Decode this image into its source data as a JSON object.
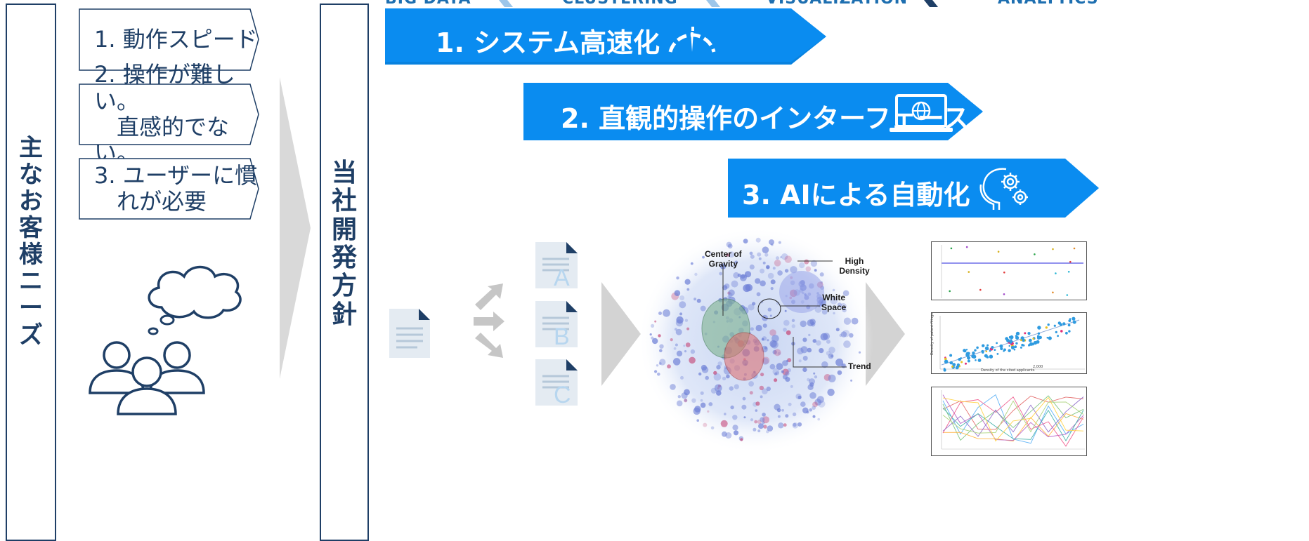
{
  "top_labels": [
    "BIG DATA",
    "CLUSTERING",
    "VISUALIZATION",
    "ANALYTICS"
  ],
  "customer_needs": {
    "title": "主なお客様ニーズ",
    "items": [
      {
        "label": "1.  動作スピード"
      },
      {
        "label": "2.  操作が難しい。\n　直感的でない。"
      },
      {
        "label": "3.  ユーザーに慣\n　れが必要"
      }
    ]
  },
  "policy": {
    "title": "当社開発方針"
  },
  "banners": [
    {
      "label": "1.   システム高速化",
      "icon": "speedometer-icon"
    },
    {
      "label": "2.    直観的操作のインターフェース",
      "icon": "laptop-globe-icon"
    },
    {
      "label": "3.    AIによる自動化",
      "icon": "ai-head-gears-icon"
    }
  ],
  "documents": {
    "letters": [
      "A",
      "B",
      "C"
    ]
  },
  "cluster_map": {
    "labels": {
      "center_of_gravity": "Center of\nGravity",
      "high_density": "High Density",
      "white_space": "White\nSpace",
      "trend": "Trend"
    }
  },
  "mini_charts": {
    "scatter_axis_y": "Density of patent filings",
    "scatter_axis_x": "Density of the cited applicants",
    "scatter_tick": "2,000"
  },
  "colors": {
    "banner_blue": "#0a8cf0",
    "navy": "#1f3f66",
    "chevron_grey": "#d9d9d9"
  }
}
